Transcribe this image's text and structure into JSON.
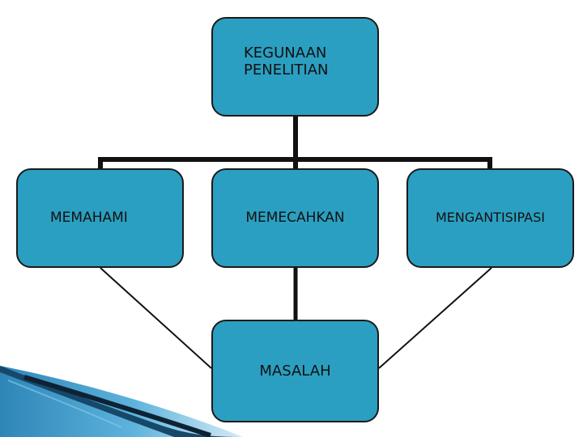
{
  "diagram": {
    "root": {
      "label_line1": "KEGUNAAN",
      "label_line2": "PENELITIAN"
    },
    "children": [
      {
        "label": "MEMAHAMI"
      },
      {
        "label": "MEMECAHKAN"
      },
      {
        "label": "MENGANTISIPASI"
      }
    ],
    "target": {
      "label": "MASALAH"
    }
  },
  "colors": {
    "node_fill": "#2b9fc1",
    "node_border": "#1a1a1a",
    "connector": "#111111",
    "decor_blue": "#2e86b8"
  }
}
